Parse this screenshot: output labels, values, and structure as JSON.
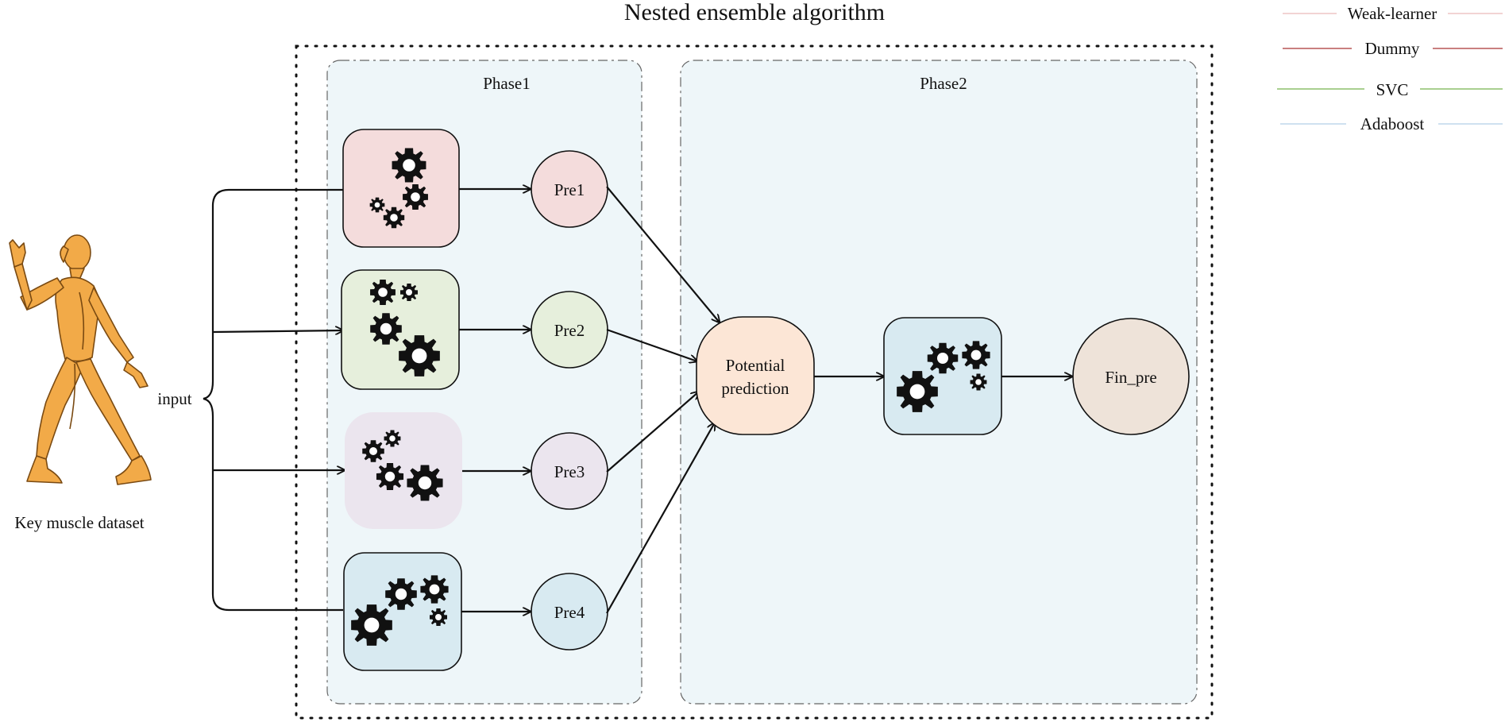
{
  "title": "Nested ensemble algorithm",
  "legend": [
    {
      "label": "Weak-learner",
      "color": "#f2d3d3"
    },
    {
      "label": "Dummy",
      "color": "#c97f7f"
    },
    {
      "label": "SVC",
      "color": "#a9cf90"
    },
    {
      "label": "Adaboost",
      "color": "#cfe1f0"
    }
  ],
  "dataset_label": "Key muscle dataset",
  "input_label": "input",
  "phase1_label": "Phase1",
  "phase2_label": "Phase2",
  "models": [
    {
      "name": "weak-learner",
      "color": "#f4dcdc"
    },
    {
      "name": "svc",
      "color": "#e6efdc"
    },
    {
      "name": "dummy",
      "color": "#ebe5ee"
    },
    {
      "name": "adaboost",
      "color": "#d8eaf1"
    }
  ],
  "predictions": [
    {
      "label": "Pre1",
      "color": "#f4dcdc"
    },
    {
      "label": "Pre2",
      "color": "#e6efdc"
    },
    {
      "label": "Pre3",
      "color": "#ebe5ee"
    },
    {
      "label": "Pre4",
      "color": "#d8eaf1"
    }
  ],
  "potential": {
    "line1": "Potential",
    "line2": "prediction",
    "color": "#fce6d6"
  },
  "meta_model_color": "#d8eaf1",
  "final": {
    "label": "Fin_pre",
    "color": "#eee3d9"
  },
  "colors": {
    "panel": "#eef6f9",
    "figure": "#f2aa48",
    "figure_stroke": "#7a4a12"
  }
}
